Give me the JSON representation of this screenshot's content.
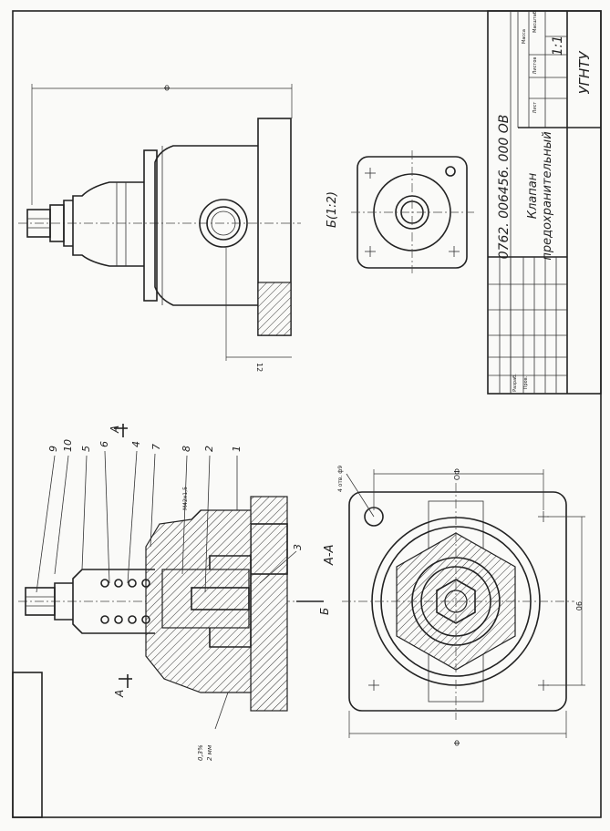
{
  "title_block": {
    "designation": "0762. 006456. 000 ОВ",
    "name_line1": "Клапан",
    "name_line2": "предохранительный",
    "scale": "1:1",
    "organization": "УГНТУ",
    "col_mass": "Масса",
    "col_scale": "Масштаб",
    "col_sheet": "Лист",
    "col_sheets": "Листов",
    "row_razrab": "Разраб.",
    "row_prov": "Пров."
  },
  "views": {
    "view_b_label": "Б(1:2)",
    "section_label": "А-А",
    "cut_a_top": "А",
    "cut_a_bottom": "А",
    "arrow_b_label": "Б"
  },
  "callouts": [
    "9",
    "10",
    "5",
    "6",
    "4",
    "7",
    "8",
    "2",
    "1",
    "3"
  ],
  "annotations": {
    "thread_note": "М42х1,5",
    "holes_note": "4 отв. ф9",
    "roughness_note": "0,3%",
    "roughness_note2": "2 мм"
  },
  "dimensions": {
    "top_height": "Ф",
    "top_flange": "12",
    "bottom_width": "ФО",
    "bottom_height": "90",
    "bottom_overall": "Ф"
  }
}
